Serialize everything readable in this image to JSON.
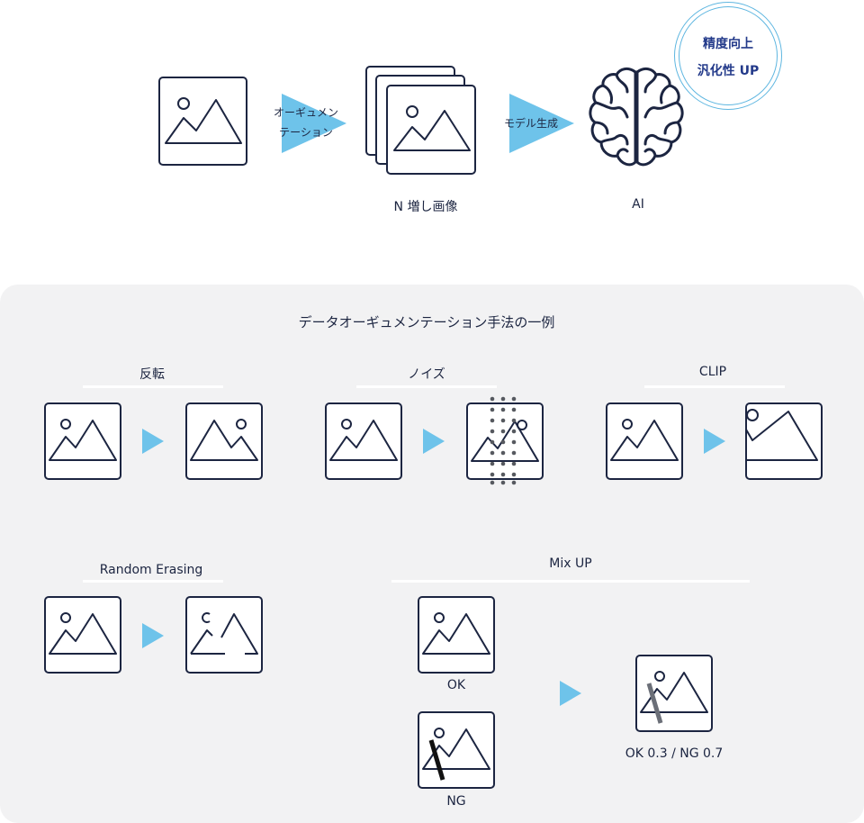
{
  "flow": {
    "arrow1_label_l1": "オーギュメン",
    "arrow1_label_l2": "テーション",
    "arrow2_label": "モデル生成",
    "augmented_label": "N 増し画像",
    "ai_label": "AI",
    "badge_l1": "精度向上",
    "badge_l2": "汎化性 UP"
  },
  "examples": {
    "title": "データオーギュメンテーション手法の一例",
    "flip": "反転",
    "noise": "ノイズ",
    "clip": "CLIP",
    "random_erasing": "Random Erasing",
    "mixup": "Mix UP",
    "ok": "OK",
    "ng": "NG",
    "mix_result": "OK 0.3 / NG 0.7"
  },
  "colors": {
    "ink": "#1c2541",
    "arrow": "#6ec3ea",
    "badge_ring": "#5eb6e0",
    "badge_text": "#233a8a",
    "panel_bg": "#f2f2f3"
  }
}
